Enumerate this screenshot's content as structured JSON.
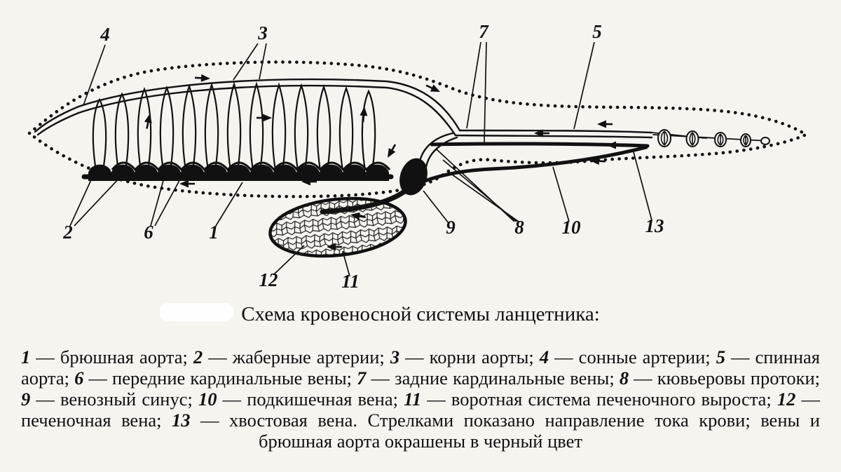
{
  "figure": {
    "labels": {
      "n1": "1",
      "n2": "2",
      "n3": "3",
      "n4": "4",
      "n5": "5",
      "n6": "6",
      "n7": "7",
      "n8": "8",
      "n9": "9",
      "n10": "10",
      "n11": "11",
      "n12": "12",
      "n13": "13"
    }
  },
  "caption": {
    "title": "Схема кровеносной системы ланцетника:"
  },
  "legend": {
    "dash": " — ",
    "separator": "; ",
    "terminator": ". ",
    "items": [
      {
        "num": "1",
        "text": "брюшная аорта"
      },
      {
        "num": "2",
        "text": "жаберные артерии"
      },
      {
        "num": "3",
        "text": "корни аорты"
      },
      {
        "num": "4",
        "text": "сонные артерии"
      },
      {
        "num": "5",
        "text": "спинная аорта"
      },
      {
        "num": "6",
        "text": "передние кардинальные вены"
      },
      {
        "num": "7",
        "text": "задние кардинальные вены"
      },
      {
        "num": "8",
        "text": "кювьеровы протоки"
      },
      {
        "num": "9",
        "text": "венозный синус"
      },
      {
        "num": "10",
        "text": "подкишечная вена"
      },
      {
        "num": "11",
        "text": "воротная система печеночного выроста"
      },
      {
        "num": "12",
        "text": "печеночная вена"
      },
      {
        "num": "13",
        "text": "хвостовая вена"
      }
    ],
    "note": "Стрелками показано направление тока крови; вены и брюшная аорта окрашены в черный цвет"
  }
}
